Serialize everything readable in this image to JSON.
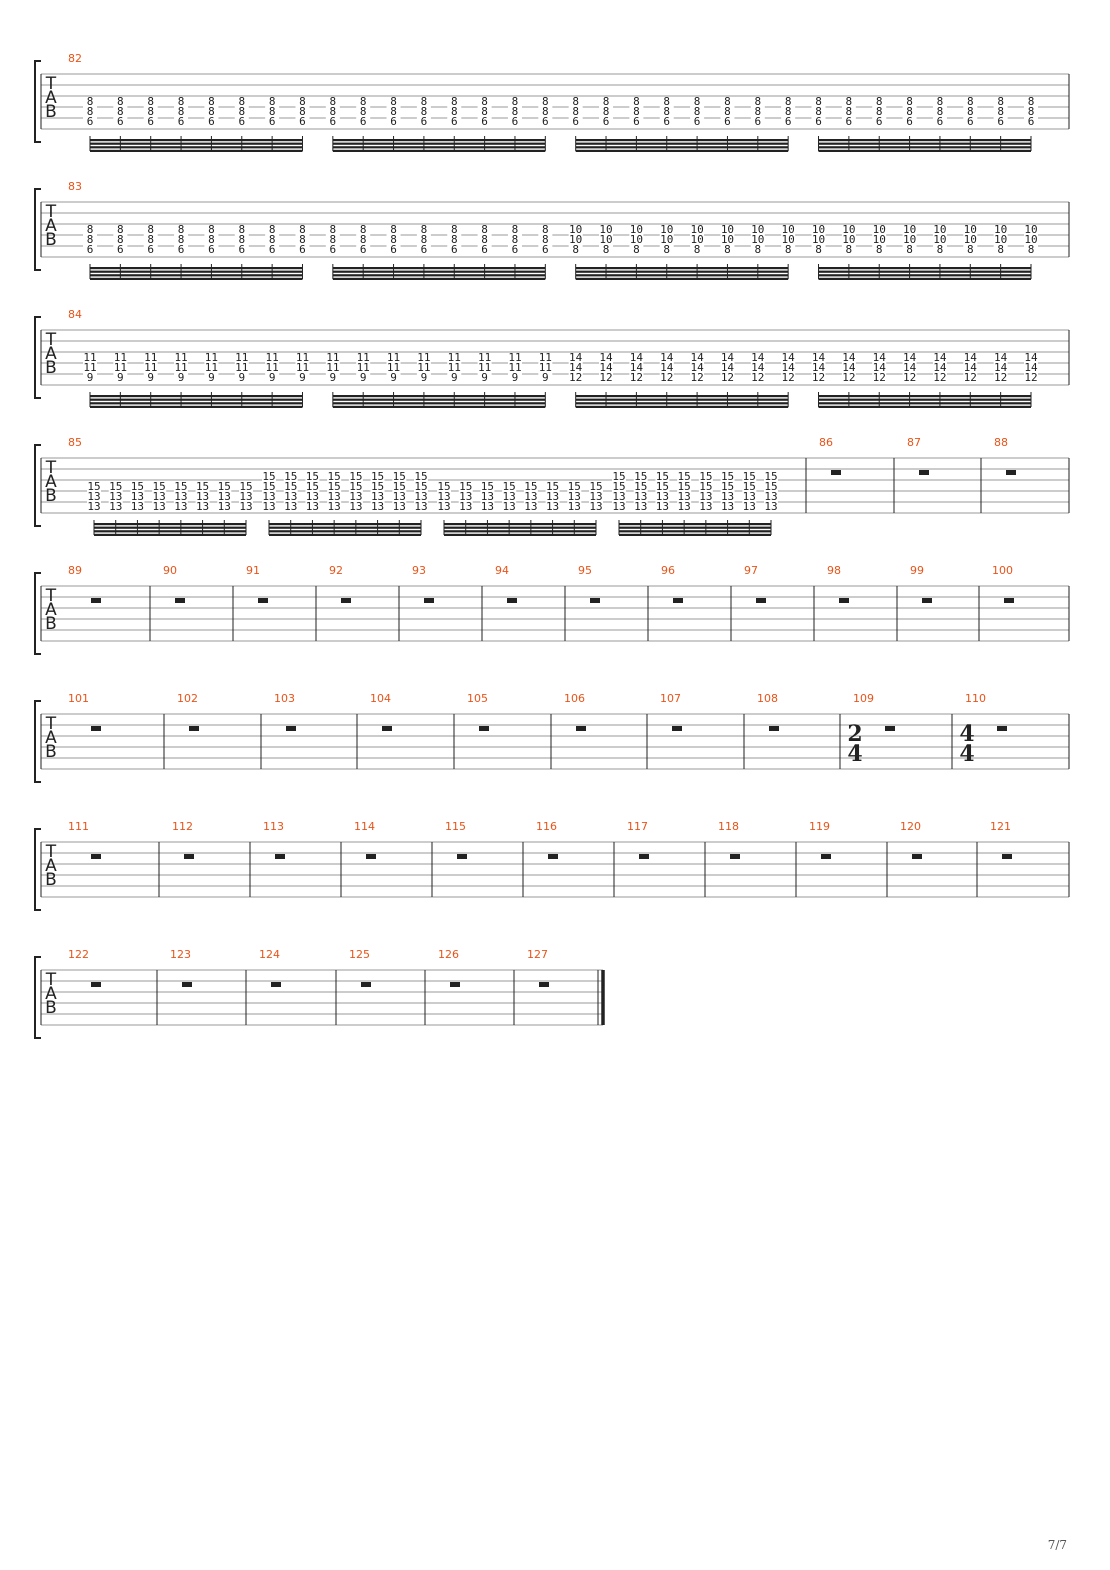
{
  "page": {
    "number_label": "7/7"
  },
  "tab_clef": [
    "T",
    "A",
    "B"
  ],
  "colors": {
    "measure_number": "#e8541a",
    "ink": "#222222",
    "line": "#9a9a9a"
  },
  "rest_symbol": "whole-rest",
  "systems": [
    {
      "measures": [
        {
          "number": "82",
          "beats": [
            {
              "frets": [
                "8",
                "8",
                "6"
              ],
              "count": 32
            }
          ]
        }
      ]
    },
    {
      "measures": [
        {
          "number": "83",
          "beats": [
            {
              "frets": [
                "8",
                "8",
                "6"
              ],
              "count": 16
            },
            {
              "frets": [
                "10",
                "10",
                "8"
              ],
              "count": 16
            }
          ]
        }
      ]
    },
    {
      "measures": [
        {
          "number": "84",
          "beats": [
            {
              "frets": [
                "11",
                "11",
                "9"
              ],
              "count": 16
            },
            {
              "frets": [
                "14",
                "14",
                "12"
              ],
              "count": 16
            }
          ]
        }
      ]
    },
    {
      "measures": [
        {
          "number": "85",
          "groups": [
            {
              "frets": [
                "15",
                "13",
                "13"
              ],
              "pos": "low",
              "count": 8
            },
            {
              "frets": [
                "15",
                "15",
                "13",
                "13"
              ],
              "pos": "high",
              "count": 8
            },
            {
              "frets": [
                "15",
                "13",
                "13"
              ],
              "pos": "low",
              "count": 8
            },
            {
              "frets": [
                "15",
                "15",
                "13",
                "13"
              ],
              "pos": "high",
              "count": 8
            }
          ]
        },
        {
          "number": "86",
          "rest": true
        },
        {
          "number": "87",
          "rest": true
        },
        {
          "number": "88",
          "rest": true
        }
      ]
    },
    {
      "measures": [
        {
          "number": "89",
          "rest": true
        },
        {
          "number": "90",
          "rest": true
        },
        {
          "number": "91",
          "rest": true
        },
        {
          "number": "92",
          "rest": true
        },
        {
          "number": "93",
          "rest": true
        },
        {
          "number": "94",
          "rest": true
        },
        {
          "number": "95",
          "rest": true
        },
        {
          "number": "96",
          "rest": true
        },
        {
          "number": "97",
          "rest": true
        },
        {
          "number": "98",
          "rest": true
        },
        {
          "number": "99",
          "rest": true
        },
        {
          "number": "100",
          "rest": true
        }
      ]
    },
    {
      "measures": [
        {
          "number": "101",
          "rest": true
        },
        {
          "number": "102",
          "rest": true
        },
        {
          "number": "103",
          "rest": true
        },
        {
          "number": "104",
          "rest": true
        },
        {
          "number": "105",
          "rest": true
        },
        {
          "number": "106",
          "rest": true
        },
        {
          "number": "107",
          "rest": true
        },
        {
          "number": "108",
          "rest": true
        },
        {
          "number": "109",
          "rest": true,
          "time_signature": [
            "2",
            "4"
          ]
        },
        {
          "number": "110",
          "rest": true,
          "time_signature": [
            "4",
            "4"
          ]
        }
      ]
    },
    {
      "measures": [
        {
          "number": "111",
          "rest": true
        },
        {
          "number": "112",
          "rest": true
        },
        {
          "number": "113",
          "rest": true
        },
        {
          "number": "114",
          "rest": true
        },
        {
          "number": "115",
          "rest": true
        },
        {
          "number": "116",
          "rest": true
        },
        {
          "number": "117",
          "rest": true
        },
        {
          "number": "118",
          "rest": true
        },
        {
          "number": "119",
          "rest": true
        },
        {
          "number": "120",
          "rest": true
        },
        {
          "number": "121",
          "rest": true
        }
      ]
    },
    {
      "measures": [
        {
          "number": "122",
          "rest": true
        },
        {
          "number": "123",
          "rest": true
        },
        {
          "number": "124",
          "rest": true
        },
        {
          "number": "125",
          "rest": true
        },
        {
          "number": "126",
          "rest": true
        },
        {
          "number": "127",
          "rest": true,
          "final_barline": true
        }
      ]
    }
  ]
}
